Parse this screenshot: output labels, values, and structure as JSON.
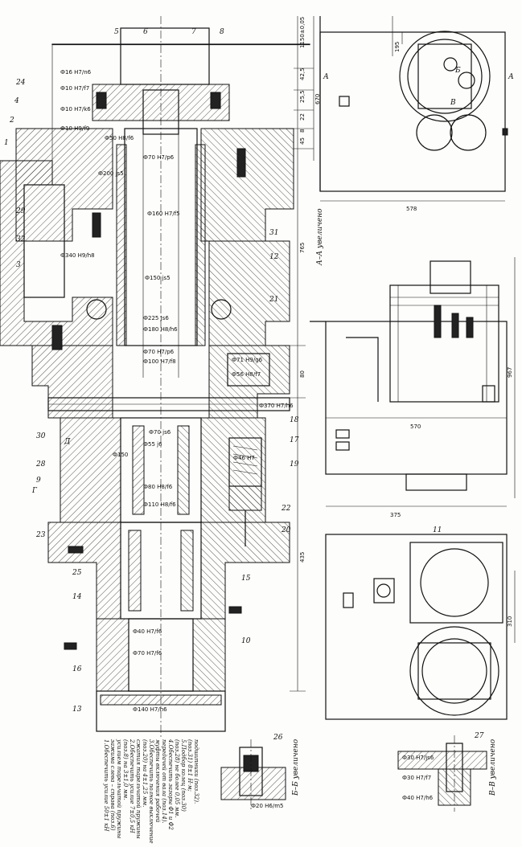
{
  "part_numbers": [
    "1",
    "2",
    "3",
    "4",
    "5",
    "6",
    "7",
    "8",
    "9",
    "10",
    "11",
    "12",
    "13",
    "14",
    "15",
    "16",
    "17",
    "18",
    "19",
    "20",
    "21",
    "22",
    "23",
    "24",
    "25",
    "26",
    "27",
    "28",
    "29",
    "30",
    "31",
    "32"
  ],
  "dimensions": {
    "d70": "Ф70 H7/p6",
    "d160": "Ф160 H7/f5",
    "d150": "Ф150 js5",
    "d225": "Ф225 Js6",
    "d180": "Ф180 H8/h6",
    "d70b": "Ф70 H7/p6",
    "d100": "Ф100 H7/f8",
    "d340": "Ф340 H9/h8",
    "d200": "Ф200 js5",
    "d50": "Ф50 H8/f6",
    "d16": "Ф16 H7/n6",
    "d10a": "Ф10 H7/f7",
    "d10b": "Ф10 H7/k6",
    "d10c": "Ф10 H9/f9",
    "d71": "Ф71 H9/g6",
    "d56": "Ф56 H8/f7",
    "d370": "Ф370 H7/h6",
    "d46": "Ф46 H7",
    "d150b": "Ф150",
    "d40": "Ф40 H7/f6",
    "d70c": "Ф70 H7/f6",
    "d140": "Ф140 H7/h6",
    "d110": "Ф110 H8/f6",
    "d80": "Ф80 H8/f6",
    "d55": "Ф55 j6",
    "d70d": "Ф70 js6",
    "d20": "Ф20 H6/m5",
    "d30a": "Ф30 H7/js6",
    "d30b": "Ф30 H7/f7",
    "d40b": "Ф40 H7/h6"
  },
  "vertical_dims": [
    "1150±0,05",
    "42,5",
    "25,5",
    "22",
    "8",
    "45",
    "670",
    "765",
    "80",
    "435"
  ],
  "side_dims": {
    "w578": "578",
    "h967": "967",
    "w570": "570",
    "w375": "375",
    "h310": "310",
    "h195": "195"
  },
  "section_labels": {
    "aa": "А–А увеличено",
    "bb": "Б–Б увеличено",
    "vv": "В–В увеличено",
    "a": "А",
    "b": "Б",
    "v": "В",
    "g": "Г",
    "d": "Д"
  },
  "notes": [
    "1.Обеспечить усилие 50±1 кН",
    "зажима слева – справа (поз.6)",
    "усилием тарельчатой пружины",
    "(поз.8) на 3±1,0 мм.",
    "2.Обеспечить усилие 7±0,5 кН",
    "сжатия тарельчатой пружины",
    "(поз.20) на 4±1,25 мм.",
    "3.Обеспечить полное выключение",
    "муфты включения рабочей",
    "передачей от вала (поз.14).",
    "4.Обеспечить зазоры Ф1 и Ф2",
    "(поз.28) не более 0,05 мм.",
    "5.Подбор колец (поз.30)",
    "(поз.31) 8±1 Н·м;",
    "подшипники (поз.32)."
  ]
}
